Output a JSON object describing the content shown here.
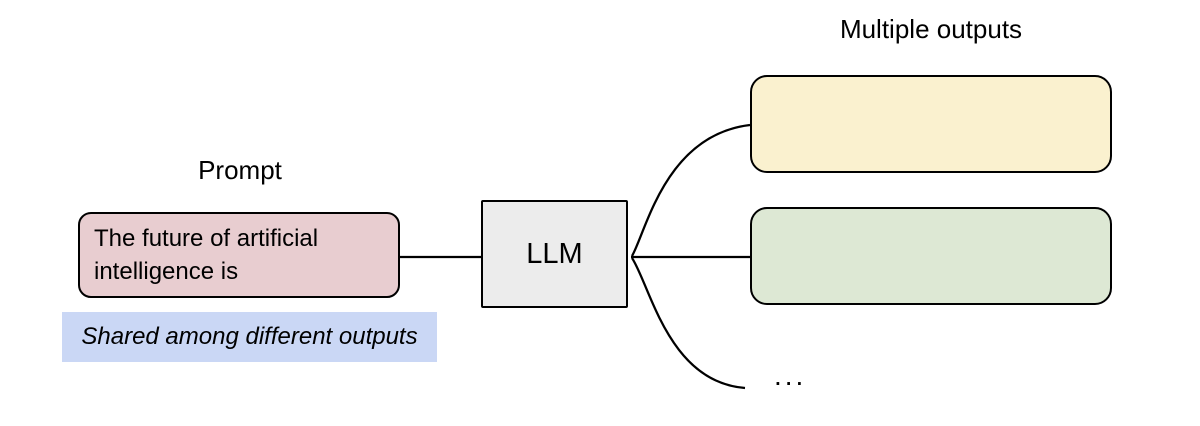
{
  "diagram": {
    "prompt_label": "Prompt",
    "prompt_text": "The future of artificial intelligence is",
    "shared_note": "Shared among different outputs",
    "llm_label": "LLM",
    "outputs_label": "Multiple outputs",
    "ellipsis": "...",
    "colors": {
      "prompt_fill": "#e8cdd0",
      "note_bg": "#cad7f5",
      "llm_fill": "#ececec",
      "output1_fill": "#faf1cf",
      "output2_fill": "#dde8d4",
      "stroke": "#000000"
    }
  }
}
